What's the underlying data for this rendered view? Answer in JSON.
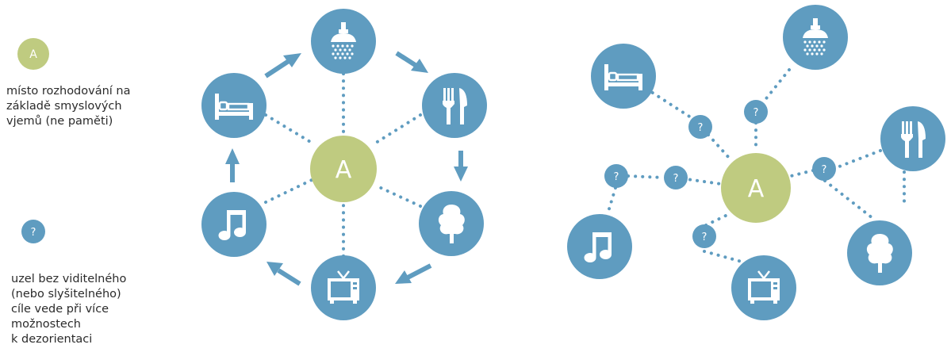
{
  "legend": {
    "decision_symbol": "A",
    "decision_text": [
      "místo rozhodování na",
      "základě smyslových",
      "vjemů (ne paměti)"
    ],
    "unknown_symbol": "?",
    "unknown_text": [
      "uzel bez viditelného",
      "(nebo slyšitelného)",
      "cíle vede při více",
      "možnostech",
      "k dezorientaci"
    ]
  },
  "diagram_left": {
    "center": "A",
    "nodes": [
      "shower-icon",
      "fork-knife-icon",
      "tree-icon",
      "tv-icon",
      "music-icon",
      "bed-icon"
    ]
  },
  "diagram_right": {
    "center": "A",
    "unknown": [
      "?",
      "?",
      "?",
      "?",
      "?",
      "?"
    ],
    "nodes": [
      "bed-icon",
      "shower-icon",
      "fork-knife-icon",
      "music-icon",
      "tv-icon",
      "tree-icon"
    ]
  },
  "colors": {
    "node_blue": "#5f9cc0",
    "center_green": "#bfcb80",
    "white": "#ffffff"
  }
}
